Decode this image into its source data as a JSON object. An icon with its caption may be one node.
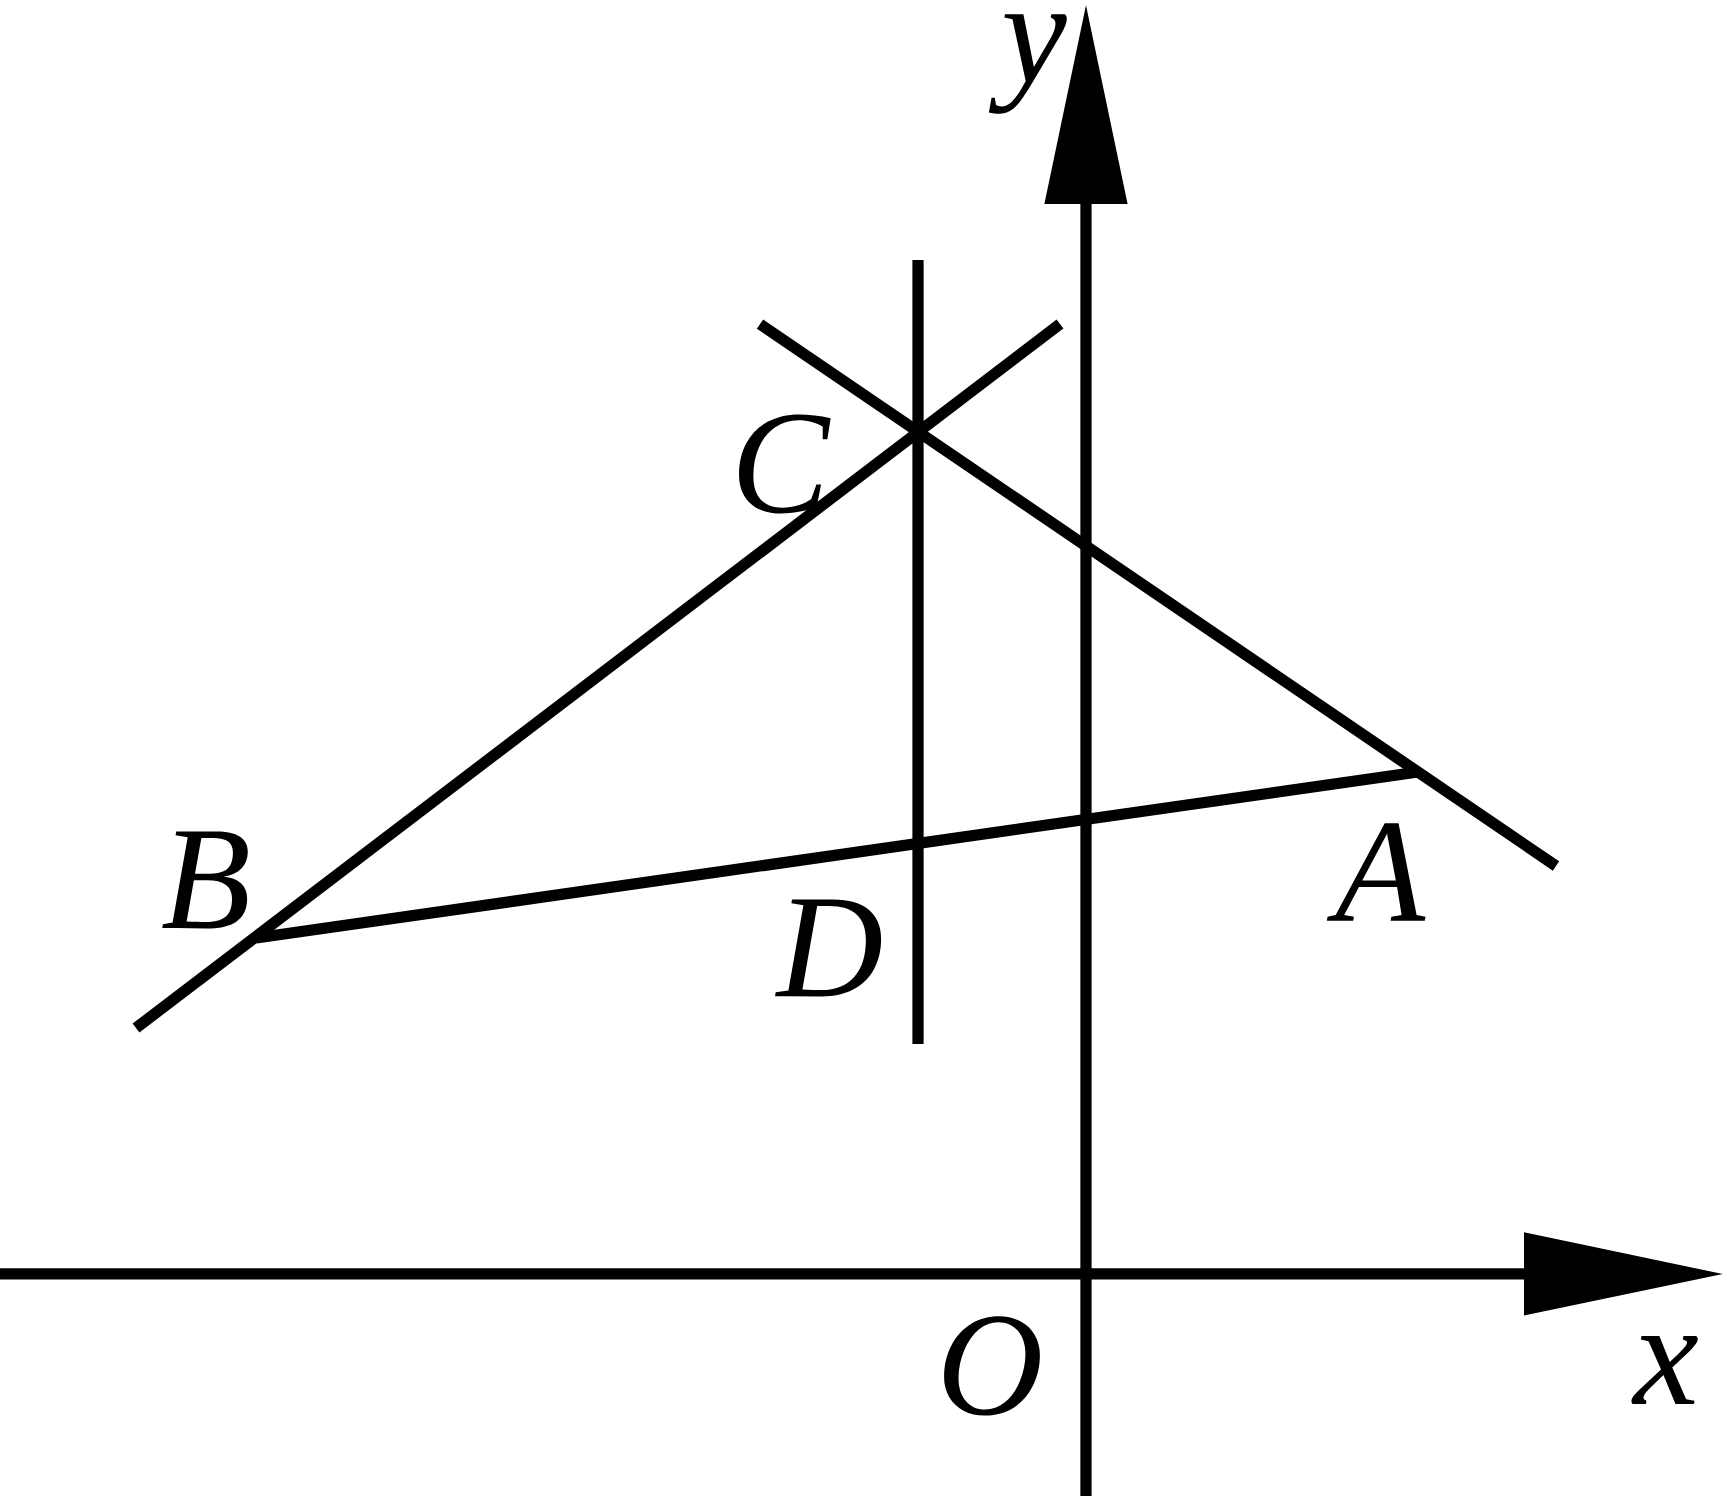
{
  "diagram": {
    "labels": [
      "y",
      "C",
      "B",
      "D",
      "A",
      "O",
      "x"
    ]
  }
}
